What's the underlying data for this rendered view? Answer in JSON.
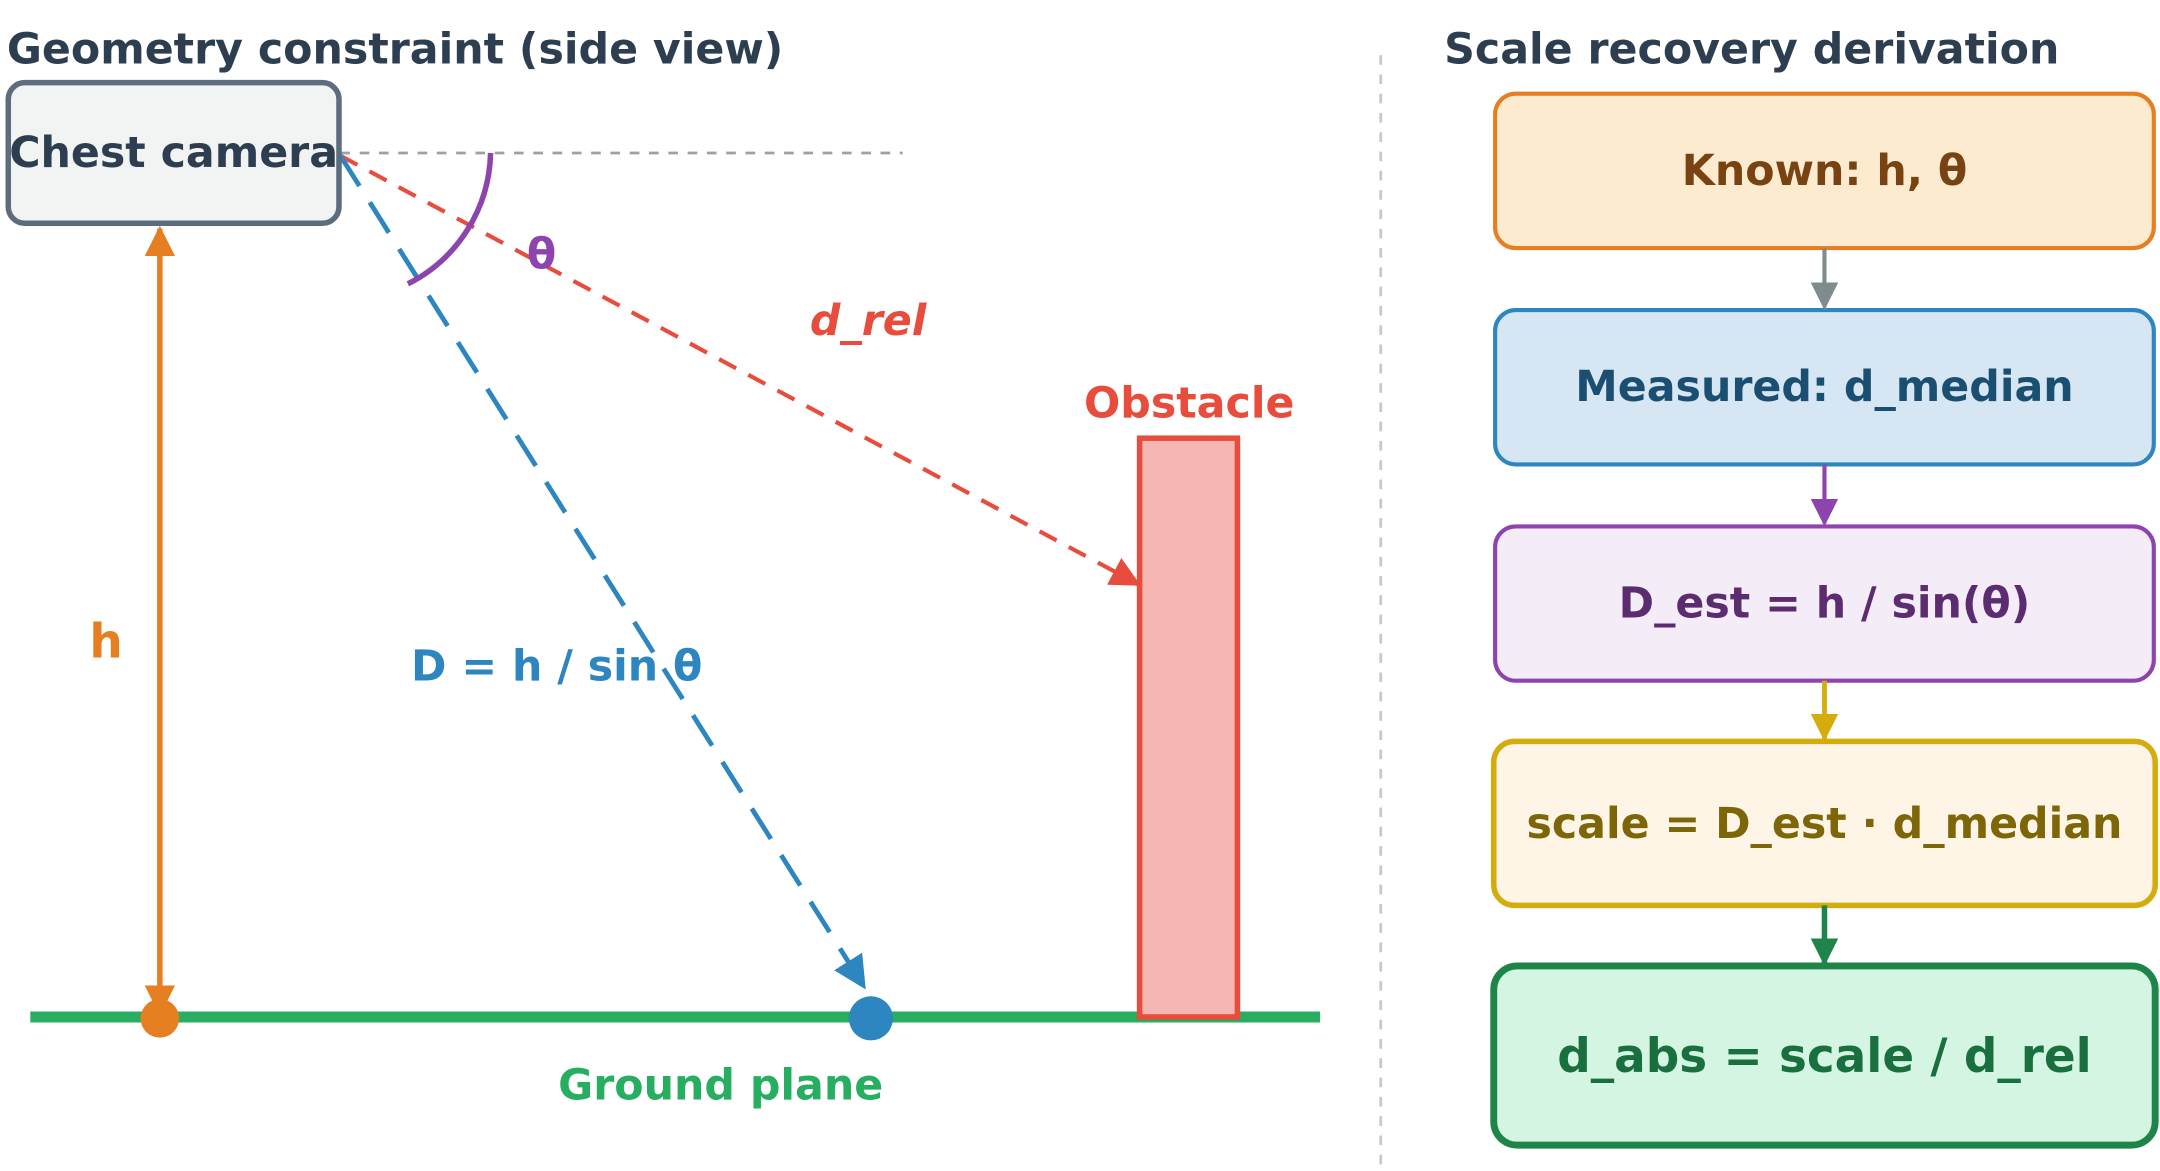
{
  "left_panel": {
    "title": "Geometry constraint (side view)",
    "camera_label": "Chest camera",
    "height_label": "h",
    "angle_label": "θ",
    "rel_distance_label": "d_rel",
    "ground_distance_label": "D = h / sin θ",
    "obstacle_label": "Obstacle",
    "ground_label": "Ground plane"
  },
  "right_panel": {
    "title": "Scale recovery derivation",
    "steps": [
      {
        "text": "Known: h, θ",
        "fill": "#fdebd0",
        "stroke": "#e67e22",
        "text_color": "#784212"
      },
      {
        "text": "Measured: d_median",
        "fill": "#d6e6f2",
        "stroke": "#2e86c1",
        "text_color": "#1b4f72"
      },
      {
        "text": "D_est = h / sin(θ)",
        "fill": "#f4ecf7",
        "stroke": "#8e44ad",
        "text_color": "#5b2c6f"
      },
      {
        "text": "scale = D_est · d_median",
        "fill": "#fef5e7",
        "stroke": "#d4ac0d",
        "text_color": "#7d6608"
      },
      {
        "text": "d_abs = scale / d_rel",
        "fill": "#d5f5e3",
        "stroke": "#1e8449",
        "text_color": "#196f3d"
      }
    ],
    "arrow_colors": [
      "#7f8c8d",
      "#8e44ad",
      "#d4ac0d",
      "#1e8449"
    ]
  },
  "colors": {
    "camera": "#5d6d7e",
    "height": "#e67e22",
    "angle": "#8e44ad",
    "rel_ray": "#e74c3c",
    "ground_ray": "#2e86c1",
    "obstacle_fill": "#f5b7b1",
    "obstacle_stroke": "#e74c3c",
    "ground": "#27ae60"
  }
}
